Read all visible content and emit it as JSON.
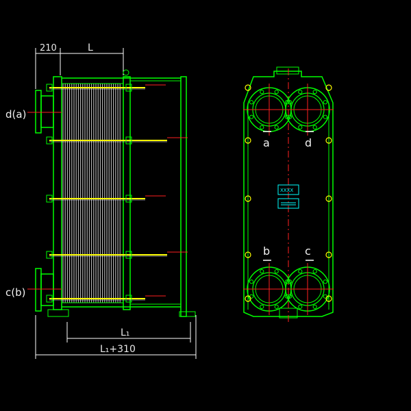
{
  "dimensions": {
    "top_left": "210",
    "top_right": "L",
    "bottom_inner": "L₁",
    "bottom_outer": "L₁+310"
  },
  "side_view": {
    "port_upper": "d(a)",
    "port_lower": "c(b)"
  },
  "front_view": {
    "port_top_left": "a",
    "port_top_right": "d",
    "port_bottom_left": "b",
    "port_bottom_right": "c",
    "nameplate_text": "XXXX"
  },
  "colors": {
    "frame": "#00ff00",
    "yellow": "#ffff00",
    "red": "#ff2020",
    "white": "#ffffff",
    "cyan": "#00ffff",
    "plates": "#c8c8c8"
  }
}
